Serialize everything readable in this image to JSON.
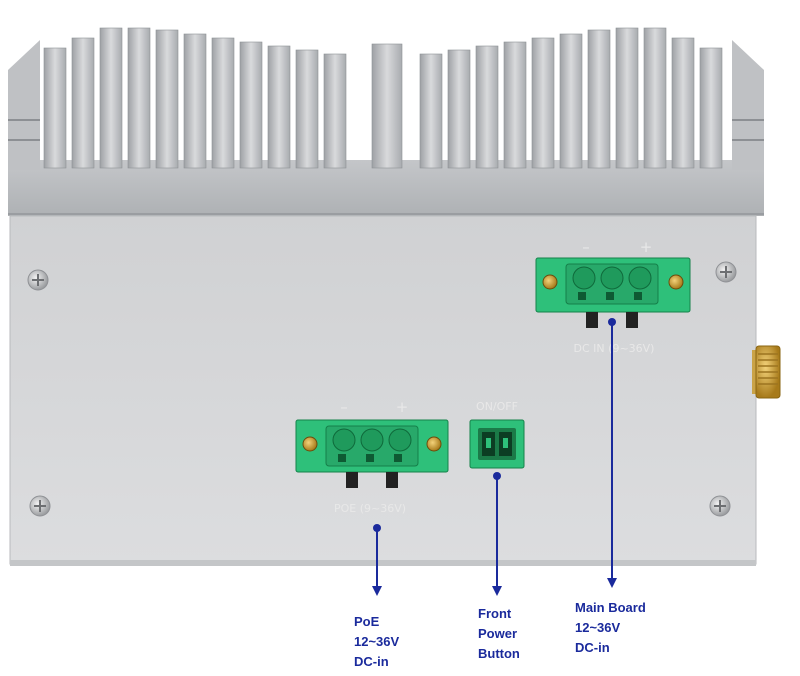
{
  "panel_markings": {
    "dc_in_label": "DC IN (9~36V)",
    "poe_label": "POE (9~36V)",
    "power_switch_label": "ON/OFF",
    "minus_sign": "–",
    "plus_sign": "+"
  },
  "callouts": {
    "poe": [
      "PoE",
      "12~36V",
      "DC-in"
    ],
    "front_power_button": [
      "Front",
      "Power",
      "Button"
    ],
    "main_board": [
      "Main Board",
      "12~36V",
      "DC-in"
    ]
  },
  "colors": {
    "terminal_green": "#2ec07a",
    "callout_blue": "#1a2a9c",
    "chassis_gray": "#d4d5d7",
    "heatsink_gray": "#b9bbbe"
  }
}
